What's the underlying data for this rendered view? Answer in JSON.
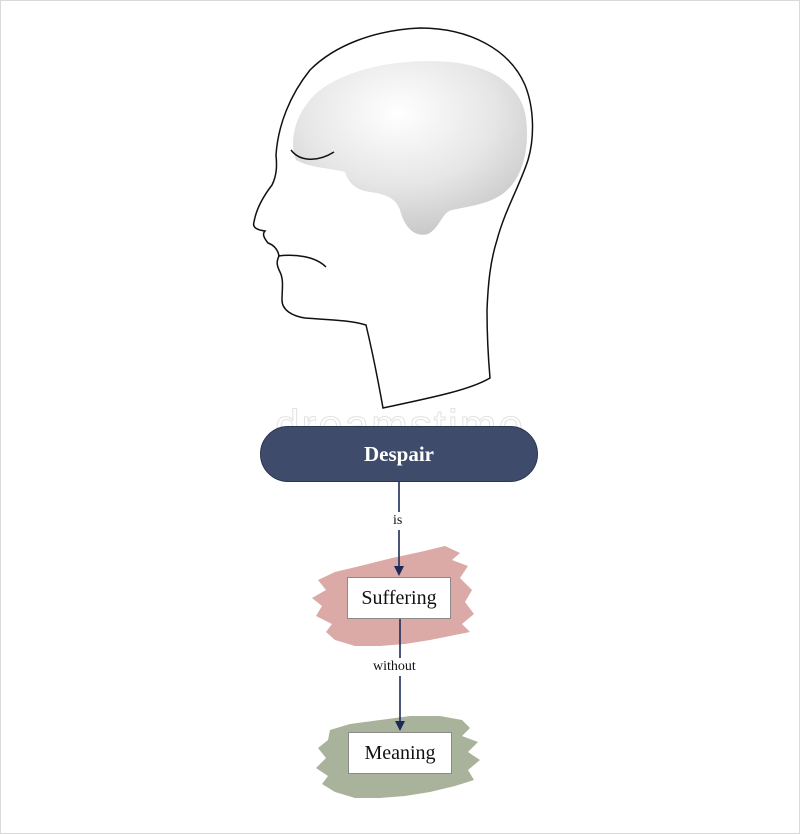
{
  "diagram": {
    "nodes": {
      "despair": "Despair",
      "suffering": "Suffering",
      "meaning": "Meaning"
    },
    "edges": [
      {
        "from": "Despair",
        "to": "Suffering",
        "label": "is"
      },
      {
        "from": "Suffering",
        "to": "Meaning",
        "label": "without"
      }
    ],
    "colors": {
      "despair_fill": "#3f4b6b",
      "suffering_brush": "#dba9a6",
      "meaning_brush": "#a9b39c",
      "arrow": "#1b2a5a"
    },
    "watermark": "dreamstime"
  }
}
